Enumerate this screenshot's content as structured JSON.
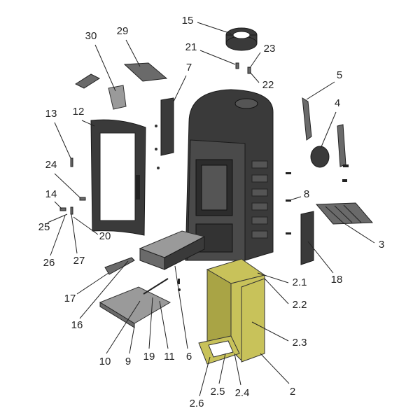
{
  "diagram": {
    "title": "Stove exploded parts diagram",
    "labels": {
      "p15": "15",
      "p30": "30",
      "p29": "29",
      "p21": "21",
      "p23": "23",
      "p7": "7",
      "p22": "22",
      "p5": "5",
      "p13": "13",
      "p12": "12",
      "p4": "4",
      "p24": "24",
      "p8": "8",
      "p14": "14",
      "p25": "25",
      "p20": "20",
      "p3": "3",
      "p26": "26",
      "p27": "27",
      "p18": "18",
      "p2_1": "2.1",
      "p17": "17",
      "p2_2": "2.2",
      "p16": "16",
      "p2_3": "2.3",
      "p10": "10",
      "p9": "9",
      "p19": "19",
      "p11": "11",
      "p6": "6",
      "p2": "2",
      "p2_6": "2.6",
      "p2_5": "2.5",
      "p2_4": "2.4"
    },
    "colors": {
      "body": "#3a3a3a",
      "parts": "#6a6a6a",
      "highlight": "#c8c25a"
    }
  }
}
